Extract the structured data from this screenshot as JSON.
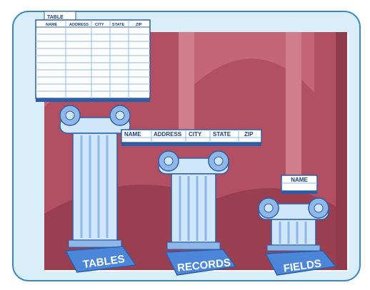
{
  "colors": {
    "frame_fill": "#d9eef8",
    "frame_stroke": "#3b89c4",
    "backdrop": "#b24f62",
    "backdrop_dark": "#8f3a4d",
    "pillar_light": "#cfe6fb",
    "pillar_mid": "#8fb8e8",
    "pillar_dark": "#2c5ea8",
    "base_blue": "#4c86d8",
    "label_text": "#ffffff"
  },
  "table_card": {
    "tab": "TABLE",
    "headers": [
      "NAME",
      "ADDRESS",
      "CITY",
      "STATE",
      "ZIP"
    ]
  },
  "records_card": {
    "headers": [
      "NAME",
      "ADDRESS",
      "CITY",
      "STATE",
      "ZIP"
    ]
  },
  "fields_card": {
    "header": "NAME"
  },
  "labels": {
    "tables": "TABLES",
    "records": "RECORDS",
    "fields": "FIELDS"
  },
  "icons": {
    "pillar": "ionic-column"
  }
}
